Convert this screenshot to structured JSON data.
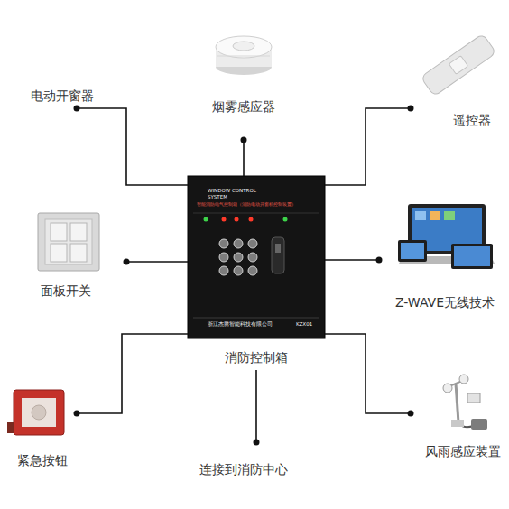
{
  "diagram": {
    "nodes": [
      {
        "text": [
          "电动开窗器"
        ]
      },
      {
        "text": [
          "烟雾感应器"
        ]
      },
      {
        "text": [
          "遥控器"
        ]
      },
      {
        "text": [
          "面板开关"
        ]
      },
      {
        "text": [
          "WINDOW CONTROL SYSTEM",
          "智能消防电气控制箱（消防电动开窗机控制装置）",
          "浙江杰腾智能科技有限公司",
          "KZX01",
          "消防控制箱"
        ]
      },
      {
        "text": [
          "Z-WAVE无线技术"
        ]
      },
      {
        "text": [
          "紧急按钮"
        ]
      },
      {
        "text": [
          "连接到消防中心"
        ]
      },
      {
        "text": [
          "风雨感应装置"
        ]
      }
    ],
    "edges": [
      {
        "from": 4,
        "to": 0,
        "arrow": "none"
      },
      {
        "from": 4,
        "to": 1,
        "arrow": "none"
      },
      {
        "from": 4,
        "to": 2,
        "arrow": "none"
      },
      {
        "from": 4,
        "to": 3,
        "arrow": "none"
      },
      {
        "from": 4,
        "to": 5,
        "arrow": "none"
      },
      {
        "from": 4,
        "to": 6,
        "arrow": "none"
      },
      {
        "from": 4,
        "to": 7,
        "arrow": "none"
      },
      {
        "from": 4,
        "to": 8,
        "arrow": "none"
      }
    ]
  }
}
